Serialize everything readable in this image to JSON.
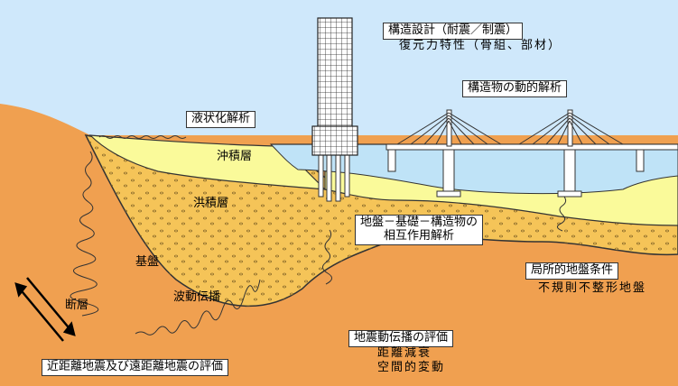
{
  "labels": {
    "structural_design": "構造設計（耐震／制震）",
    "restoring_force": "復元力特性（骨組、部材）",
    "dynamic_analysis": "構造物の動的解析",
    "liquefaction": "液状化解析",
    "alluvium": "沖積層",
    "diluvium": "洪積層",
    "interaction_1": "地盤－基礎－構造物の",
    "interaction_2": "相互作用解析",
    "bedrock": "基盤",
    "local_site": "局所的地盤条件",
    "irregular_ground": "不規則不整形地盤",
    "fault": "断層",
    "wave_propagation": "波動伝播",
    "ground_motion_eval": "地震動伝播の評価",
    "attenuation": "距離減衰",
    "spatial_variation": "空間的変動",
    "near_far_eval": "近距離地震及び遠距離地震の評価"
  },
  "colors": {
    "bedrock": "#f0a050",
    "diluvium": "#f5c458",
    "alluvium": "#fafa9a",
    "water": "#bfe3f7",
    "sky": "#cfe8fb",
    "outline": "#333333"
  }
}
